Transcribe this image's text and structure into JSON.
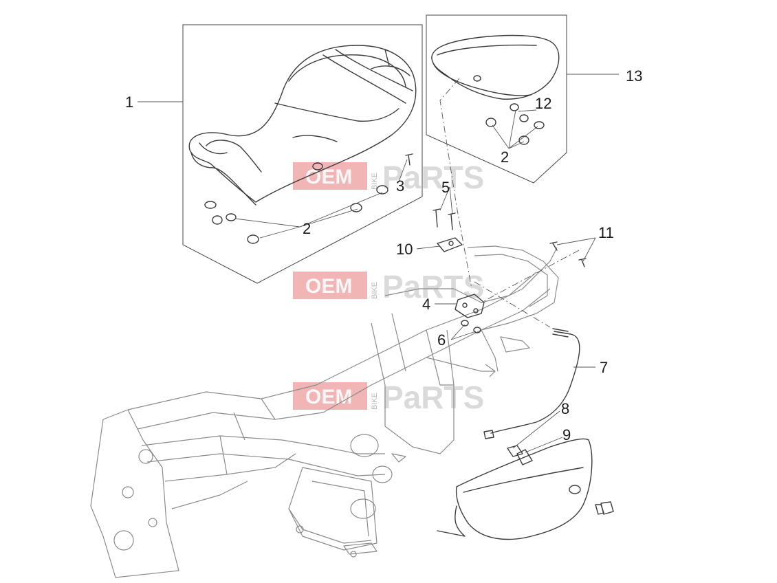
{
  "watermark": {
    "oem": "OEM",
    "bike": "BIKE",
    "parts": "PaRTS"
  },
  "callouts": [
    {
      "id": "c1",
      "text": "1"
    },
    {
      "id": "c2a",
      "text": "2"
    },
    {
      "id": "c2b",
      "text": "2"
    },
    {
      "id": "c3",
      "text": "3"
    },
    {
      "id": "c4",
      "text": "4"
    },
    {
      "id": "c5",
      "text": "5"
    },
    {
      "id": "c6",
      "text": "6"
    },
    {
      "id": "c7",
      "text": "7"
    },
    {
      "id": "c8",
      "text": "8"
    },
    {
      "id": "c9",
      "text": "9"
    },
    {
      "id": "c10",
      "text": "10"
    },
    {
      "id": "c11",
      "text": "11"
    },
    {
      "id": "c12",
      "text": "12"
    },
    {
      "id": "c13",
      "text": "13"
    }
  ]
}
